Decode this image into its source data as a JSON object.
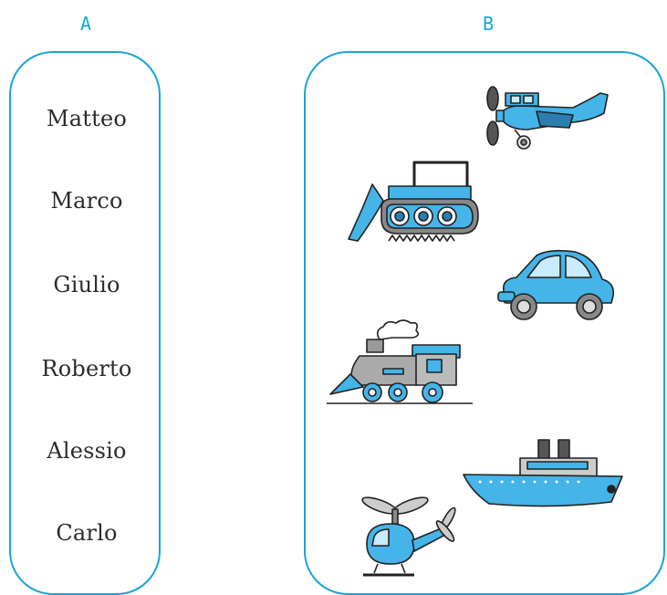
{
  "headers": {
    "a": "A",
    "b": "B"
  },
  "column_a": {
    "names": [
      "Matteo",
      "Marco",
      "Giulio",
      "Roberto",
      "Alessio",
      "Carlo"
    ]
  },
  "column_b": {
    "vehicles": [
      "airplane-icon",
      "bulldozer-icon",
      "car-icon",
      "train-icon",
      "ship-icon",
      "helicopter-icon"
    ]
  },
  "colors": {
    "accent": "#1aa3d9",
    "vehicle_blue": "#45b4e8",
    "dark": "#222222"
  }
}
